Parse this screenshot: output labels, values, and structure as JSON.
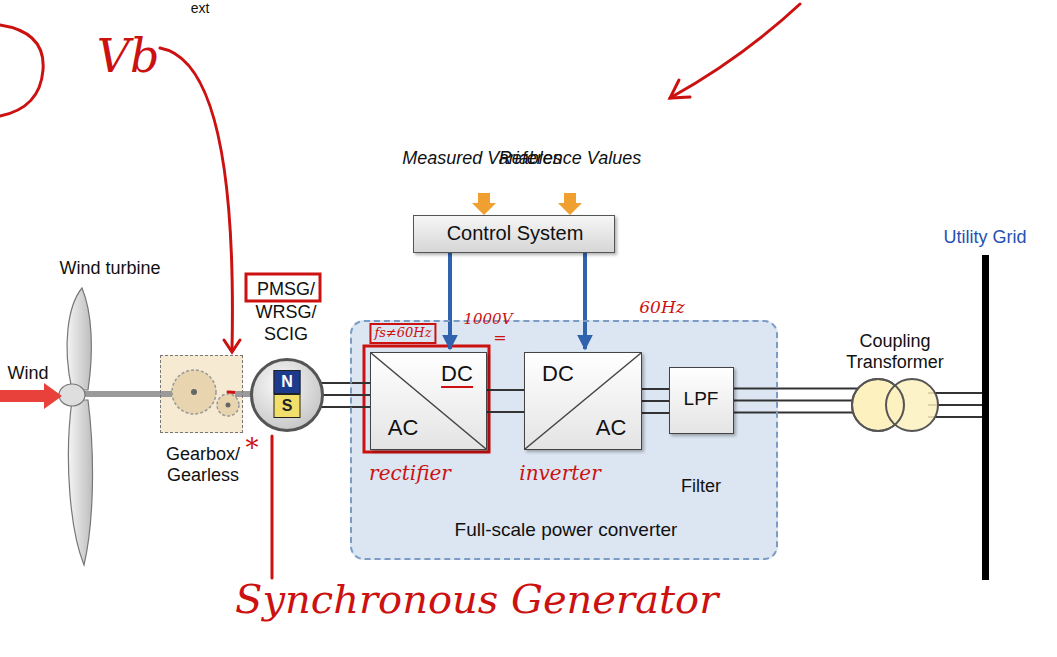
{
  "diagram": {
    "nodes": [
      {
        "text": [
          "Control System"
        ]
      },
      {
        "text": [
          "Gearbox/ Gearless"
        ]
      },
      {
        "text": [
          "PMSG/ WRSG/ SCIG",
          "N",
          "S"
        ]
      },
      {
        "text": [
          "Full-scale power converter"
        ]
      },
      {
        "text": [
          "DC",
          "AC"
        ],
        "in": 3
      },
      {
        "text": [
          "DC",
          "AC"
        ],
        "in": 3
      },
      {
        "text": [
          "LPF",
          "Filter"
        ],
        "in": 3
      },
      {
        "text": [
          "Coupling Transformer"
        ]
      },
      {
        "text": [
          "Utility Grid"
        ]
      }
    ],
    "edges": [
      {
        "from": 0,
        "to": 4,
        "arrow": "to"
      },
      {
        "from": 0,
        "to": 5,
        "arrow": "to"
      },
      {
        "from": 1,
        "to": 2,
        "arrow": "none"
      },
      {
        "from": 2,
        "to": 4,
        "arrow": "none"
      },
      {
        "from": 4,
        "to": 5,
        "arrow": "none"
      },
      {
        "from": 5,
        "to": 6,
        "arrow": "none"
      },
      {
        "from": 6,
        "to": 7,
        "arrow": "none"
      },
      {
        "from": 7,
        "to": 8,
        "arrow": "none"
      }
    ],
    "labels": [
      "ext",
      "Vb",
      "Measured Variables",
      "Reference Values",
      "Wind turbine",
      "Wind",
      "fs≠60Hz",
      "1000V",
      "=",
      "60Hz",
      "rectifier",
      "inverter",
      "*",
      "Synchronous Generator"
    ]
  }
}
